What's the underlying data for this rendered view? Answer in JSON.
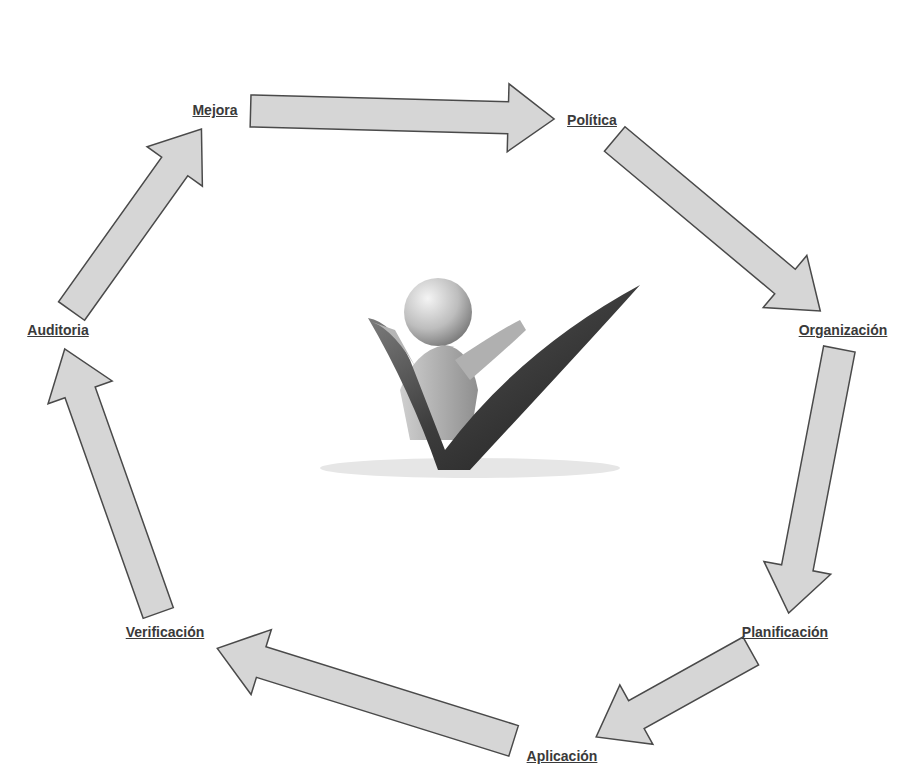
{
  "diagram": {
    "nodes": [
      {
        "text": [
          "Mejora"
        ]
      },
      {
        "text": [
          "Política"
        ]
      },
      {
        "text": [
          "Organización"
        ]
      },
      {
        "text": [
          "Planificación"
        ]
      },
      {
        "text": [
          "Aplicación"
        ]
      },
      {
        "text": [
          "Verificación"
        ]
      },
      {
        "text": [
          "Auditoria"
        ]
      }
    ],
    "edges": [
      {
        "from": 0,
        "to": 1,
        "arrow": "to"
      },
      {
        "from": 1,
        "to": 2,
        "arrow": "to"
      },
      {
        "from": 2,
        "to": 3,
        "arrow": "to"
      },
      {
        "from": 3,
        "to": 4,
        "arrow": "to"
      },
      {
        "from": 4,
        "to": 5,
        "arrow": "to"
      },
      {
        "from": 5,
        "to": 6,
        "arrow": "to"
      },
      {
        "from": 6,
        "to": 0,
        "arrow": "to"
      }
    ]
  }
}
